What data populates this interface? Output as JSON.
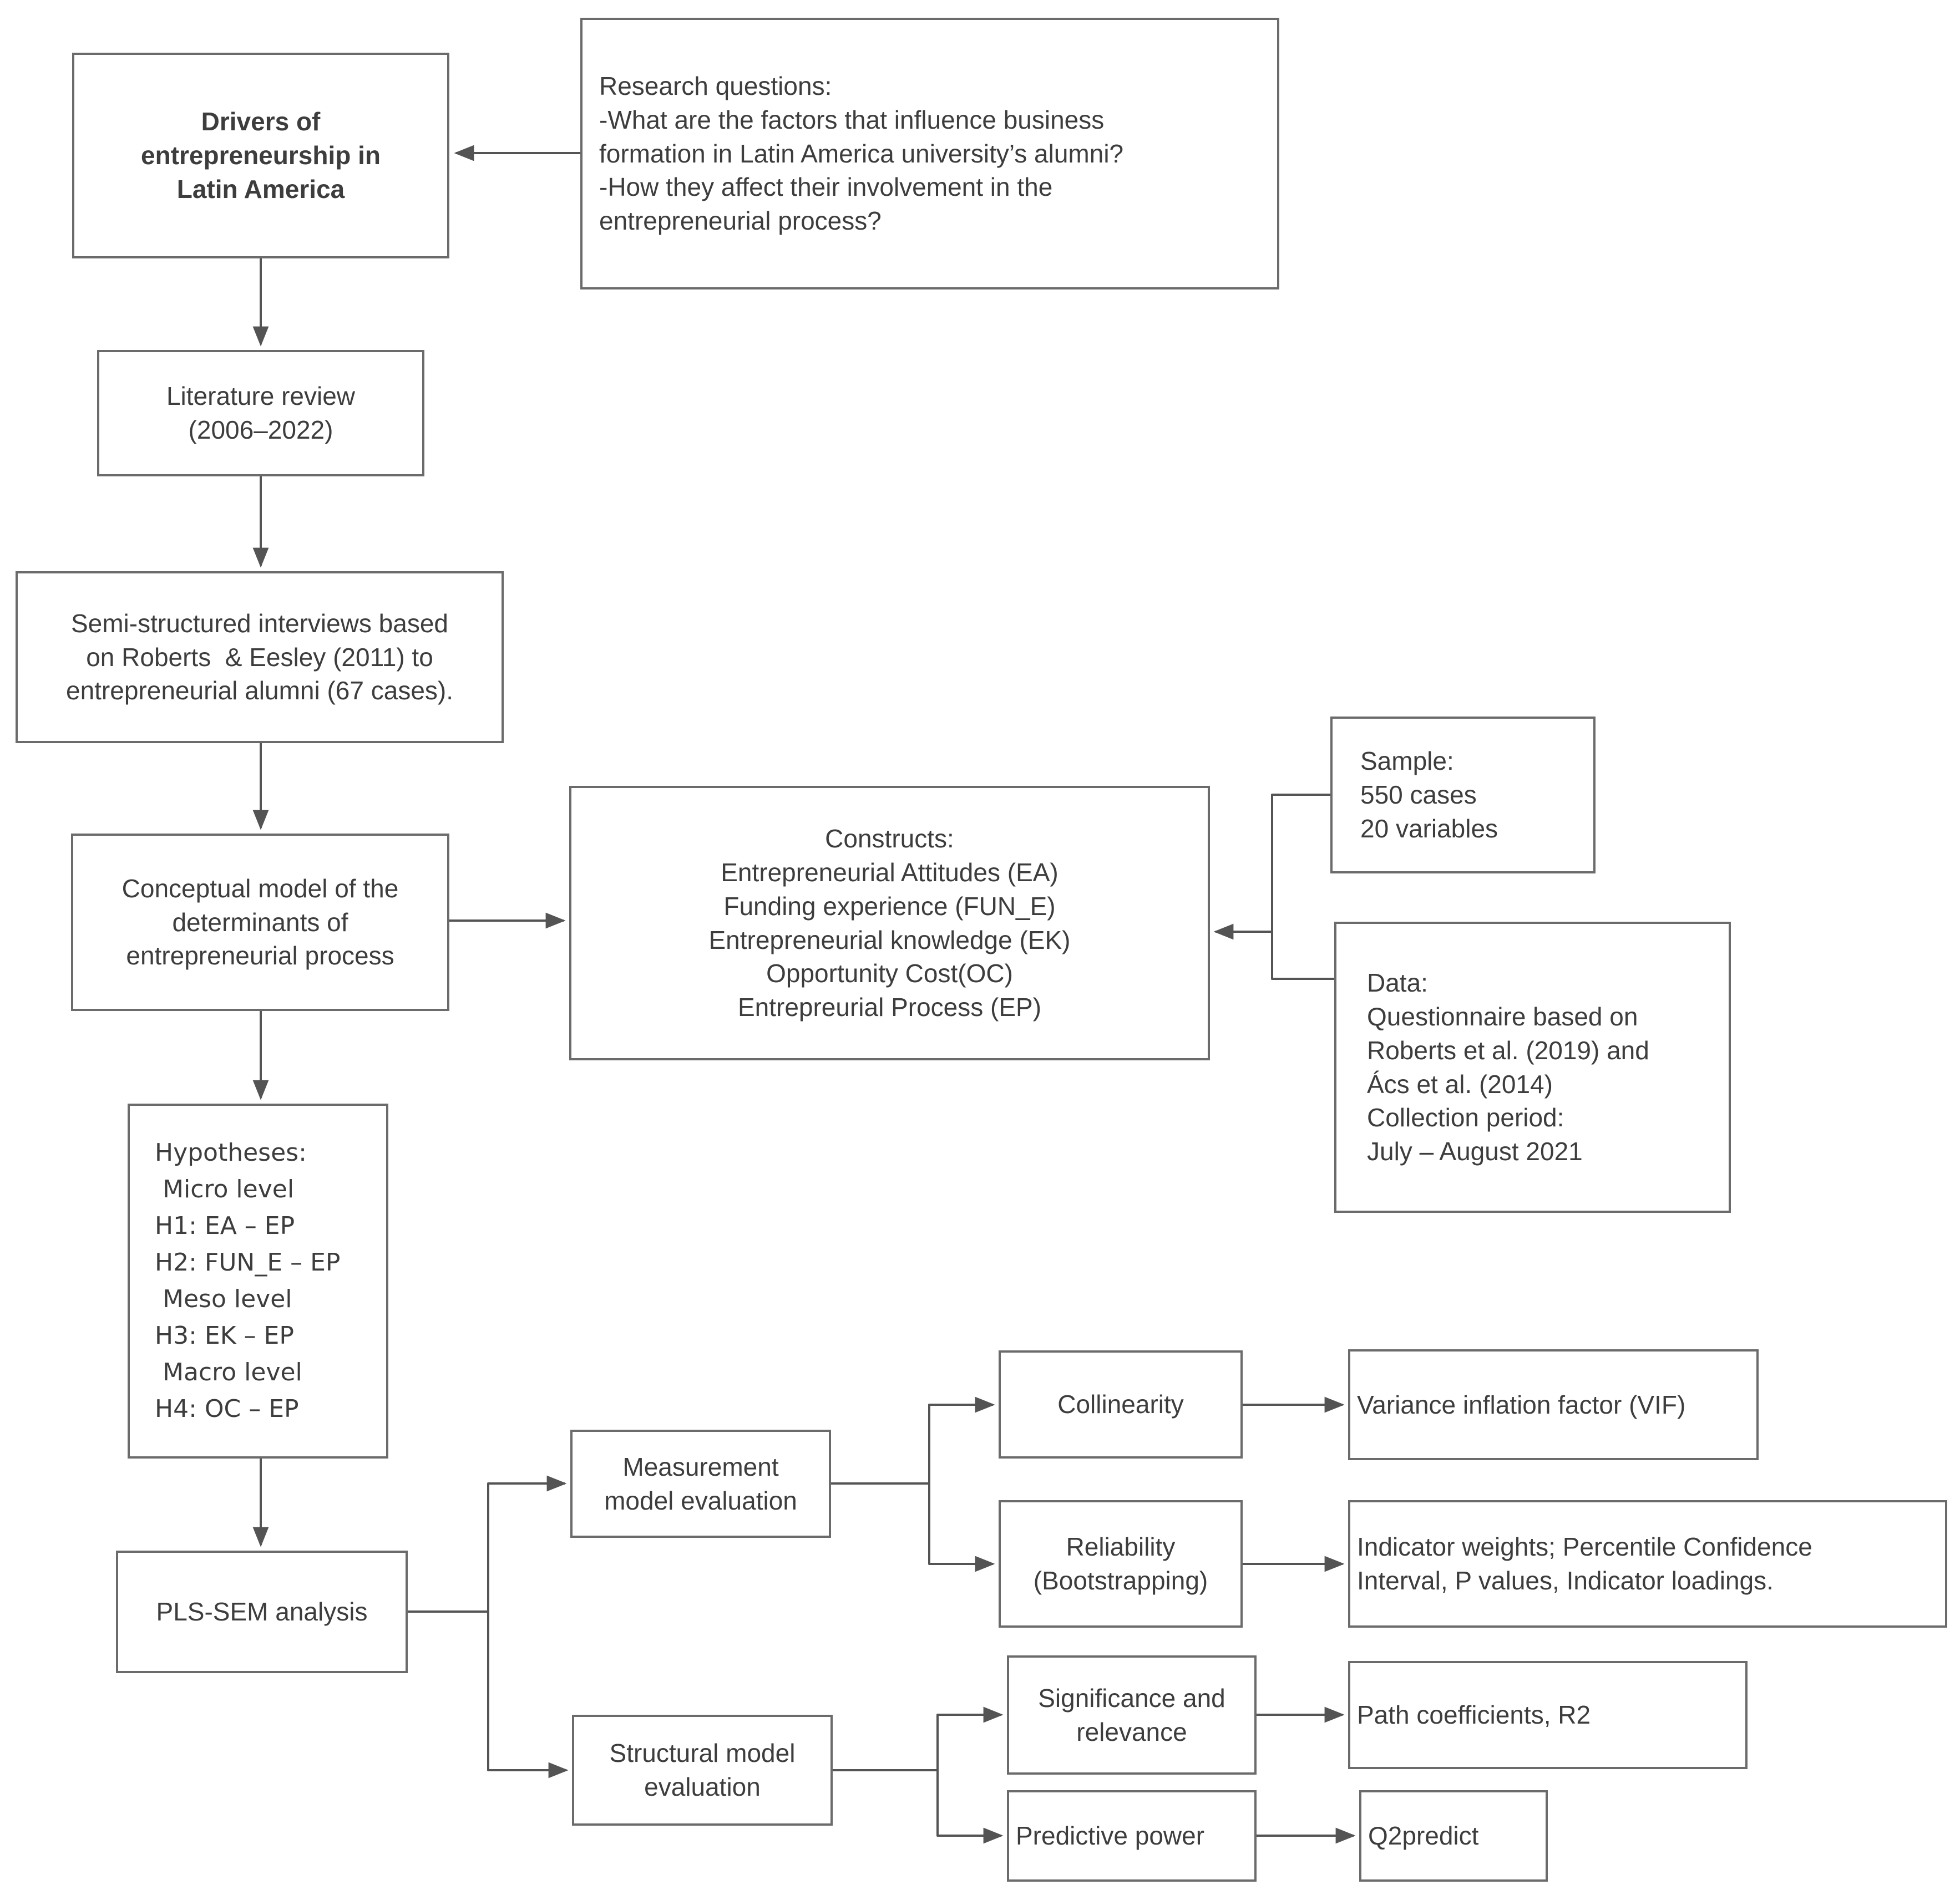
{
  "colors": {
    "border": "#6b6b6b",
    "line": "#545454",
    "text": "#3d3d3d",
    "background": "#ffffff"
  },
  "boxes": {
    "drivers": {
      "text": "Drivers of\nentrepreneurship in\nLatin America"
    },
    "research": {
      "text": "Research questions:\n-What are the factors that influence business\nformation in Latin America university’s alumni?\n-How they affect their involvement in the\nentrepreneurial process?"
    },
    "literature": {
      "text": "Literature review\n(2006–2022)"
    },
    "interviews": {
      "text": "Semi-structured interviews based\non Roberts  & Eesley (2011) to\nentrepreneurial alumni (67 cases)."
    },
    "conceptual": {
      "text": "Conceptual model of the\ndeterminants of\nentrepreneurial process"
    },
    "constructs": {
      "text": "Constructs:\nEntrepreneurial Attitudes (EA)\nFunding experience (FUN_E)\nEntrepreneurial knowledge (EK)\nOpportunity Cost(OC)\nEntrepreurial Process (EP)"
    },
    "sample": {
      "text": "Sample:\n550 cases\n20 variables"
    },
    "data": {
      "text": "Data:\nQuestionnaire based on\nRoberts et al. (2019) and\nÁcs et al. (2014)\nCollection period:\nJuly – August 2021"
    },
    "hypotheses": {
      "text": "Hypotheses:\n Micro level\nH1: EA – EP\nH2: FUN_E – EP\n Meso level\nH3: EK – EP\n Macro level\nH4: OC – EP"
    },
    "pls": {
      "text": "PLS-SEM analysis"
    },
    "measurement": {
      "text": "Measurement\nmodel evaluation"
    },
    "structural": {
      "text": "Structural model\nevaluation"
    },
    "collinearity": {
      "text": "Collinearity"
    },
    "vif": {
      "text": "Variance inflation factor (VIF)"
    },
    "reliability": {
      "text": "Reliability\n(Bootstrapping)"
    },
    "indicator": {
      "text": "Indicator weights; Percentile Confidence\nInterval, P values, Indicator loadings."
    },
    "significance": {
      "text": "Significance and\nrelevance"
    },
    "path": {
      "text": "Path coefficients, R2"
    },
    "predictive": {
      "text": "Predictive power"
    },
    "q2": {
      "text": "Q2predict"
    }
  }
}
